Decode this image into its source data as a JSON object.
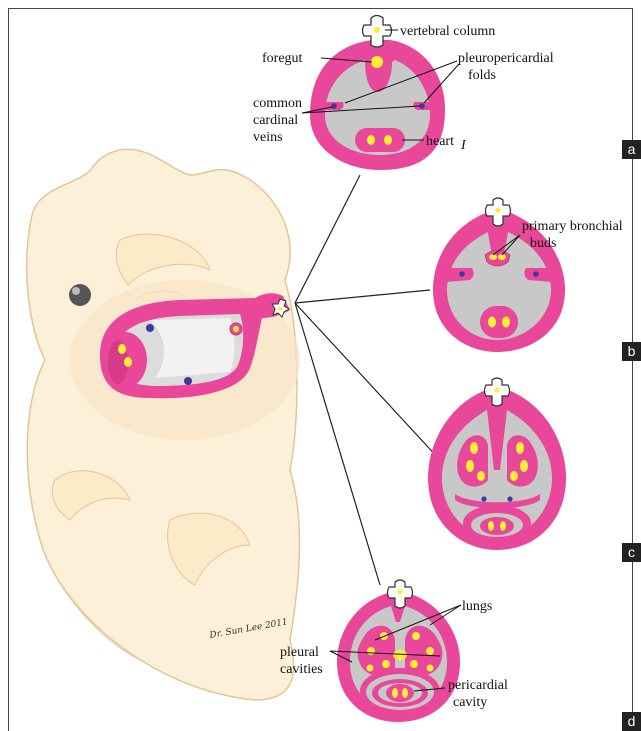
{
  "labels": {
    "vertebral_column": "vertebral column",
    "foregut": "foregut",
    "pleuropericardial_1": "pleuropericardial",
    "pleuropericardial_2": "folds",
    "common_cardinal_1": "common",
    "common_cardinal_2": "cardinal",
    "common_cardinal_3": "veins",
    "heart": "heart",
    "heart_sub": "I",
    "primary_bronchial_1": "primary bronchial",
    "primary_bronchial_2": "buds",
    "lungs": "lungs",
    "pleural_1": "pleural",
    "pleural_2": "cavities",
    "pericardial_1": "pericardial",
    "pericardial_2": "cavity"
  },
  "panels": [
    "a",
    "b",
    "c",
    "d"
  ],
  "signature": "Dr. Sun Lee 2011",
  "colors": {
    "body_wall": "#e8479a",
    "cavity": "#c8c8c8",
    "yolk": "#ffee33",
    "vein": "#3a3aa0",
    "embryo": "#fdf0d8",
    "embryo_outline": "#e6c49a"
  }
}
